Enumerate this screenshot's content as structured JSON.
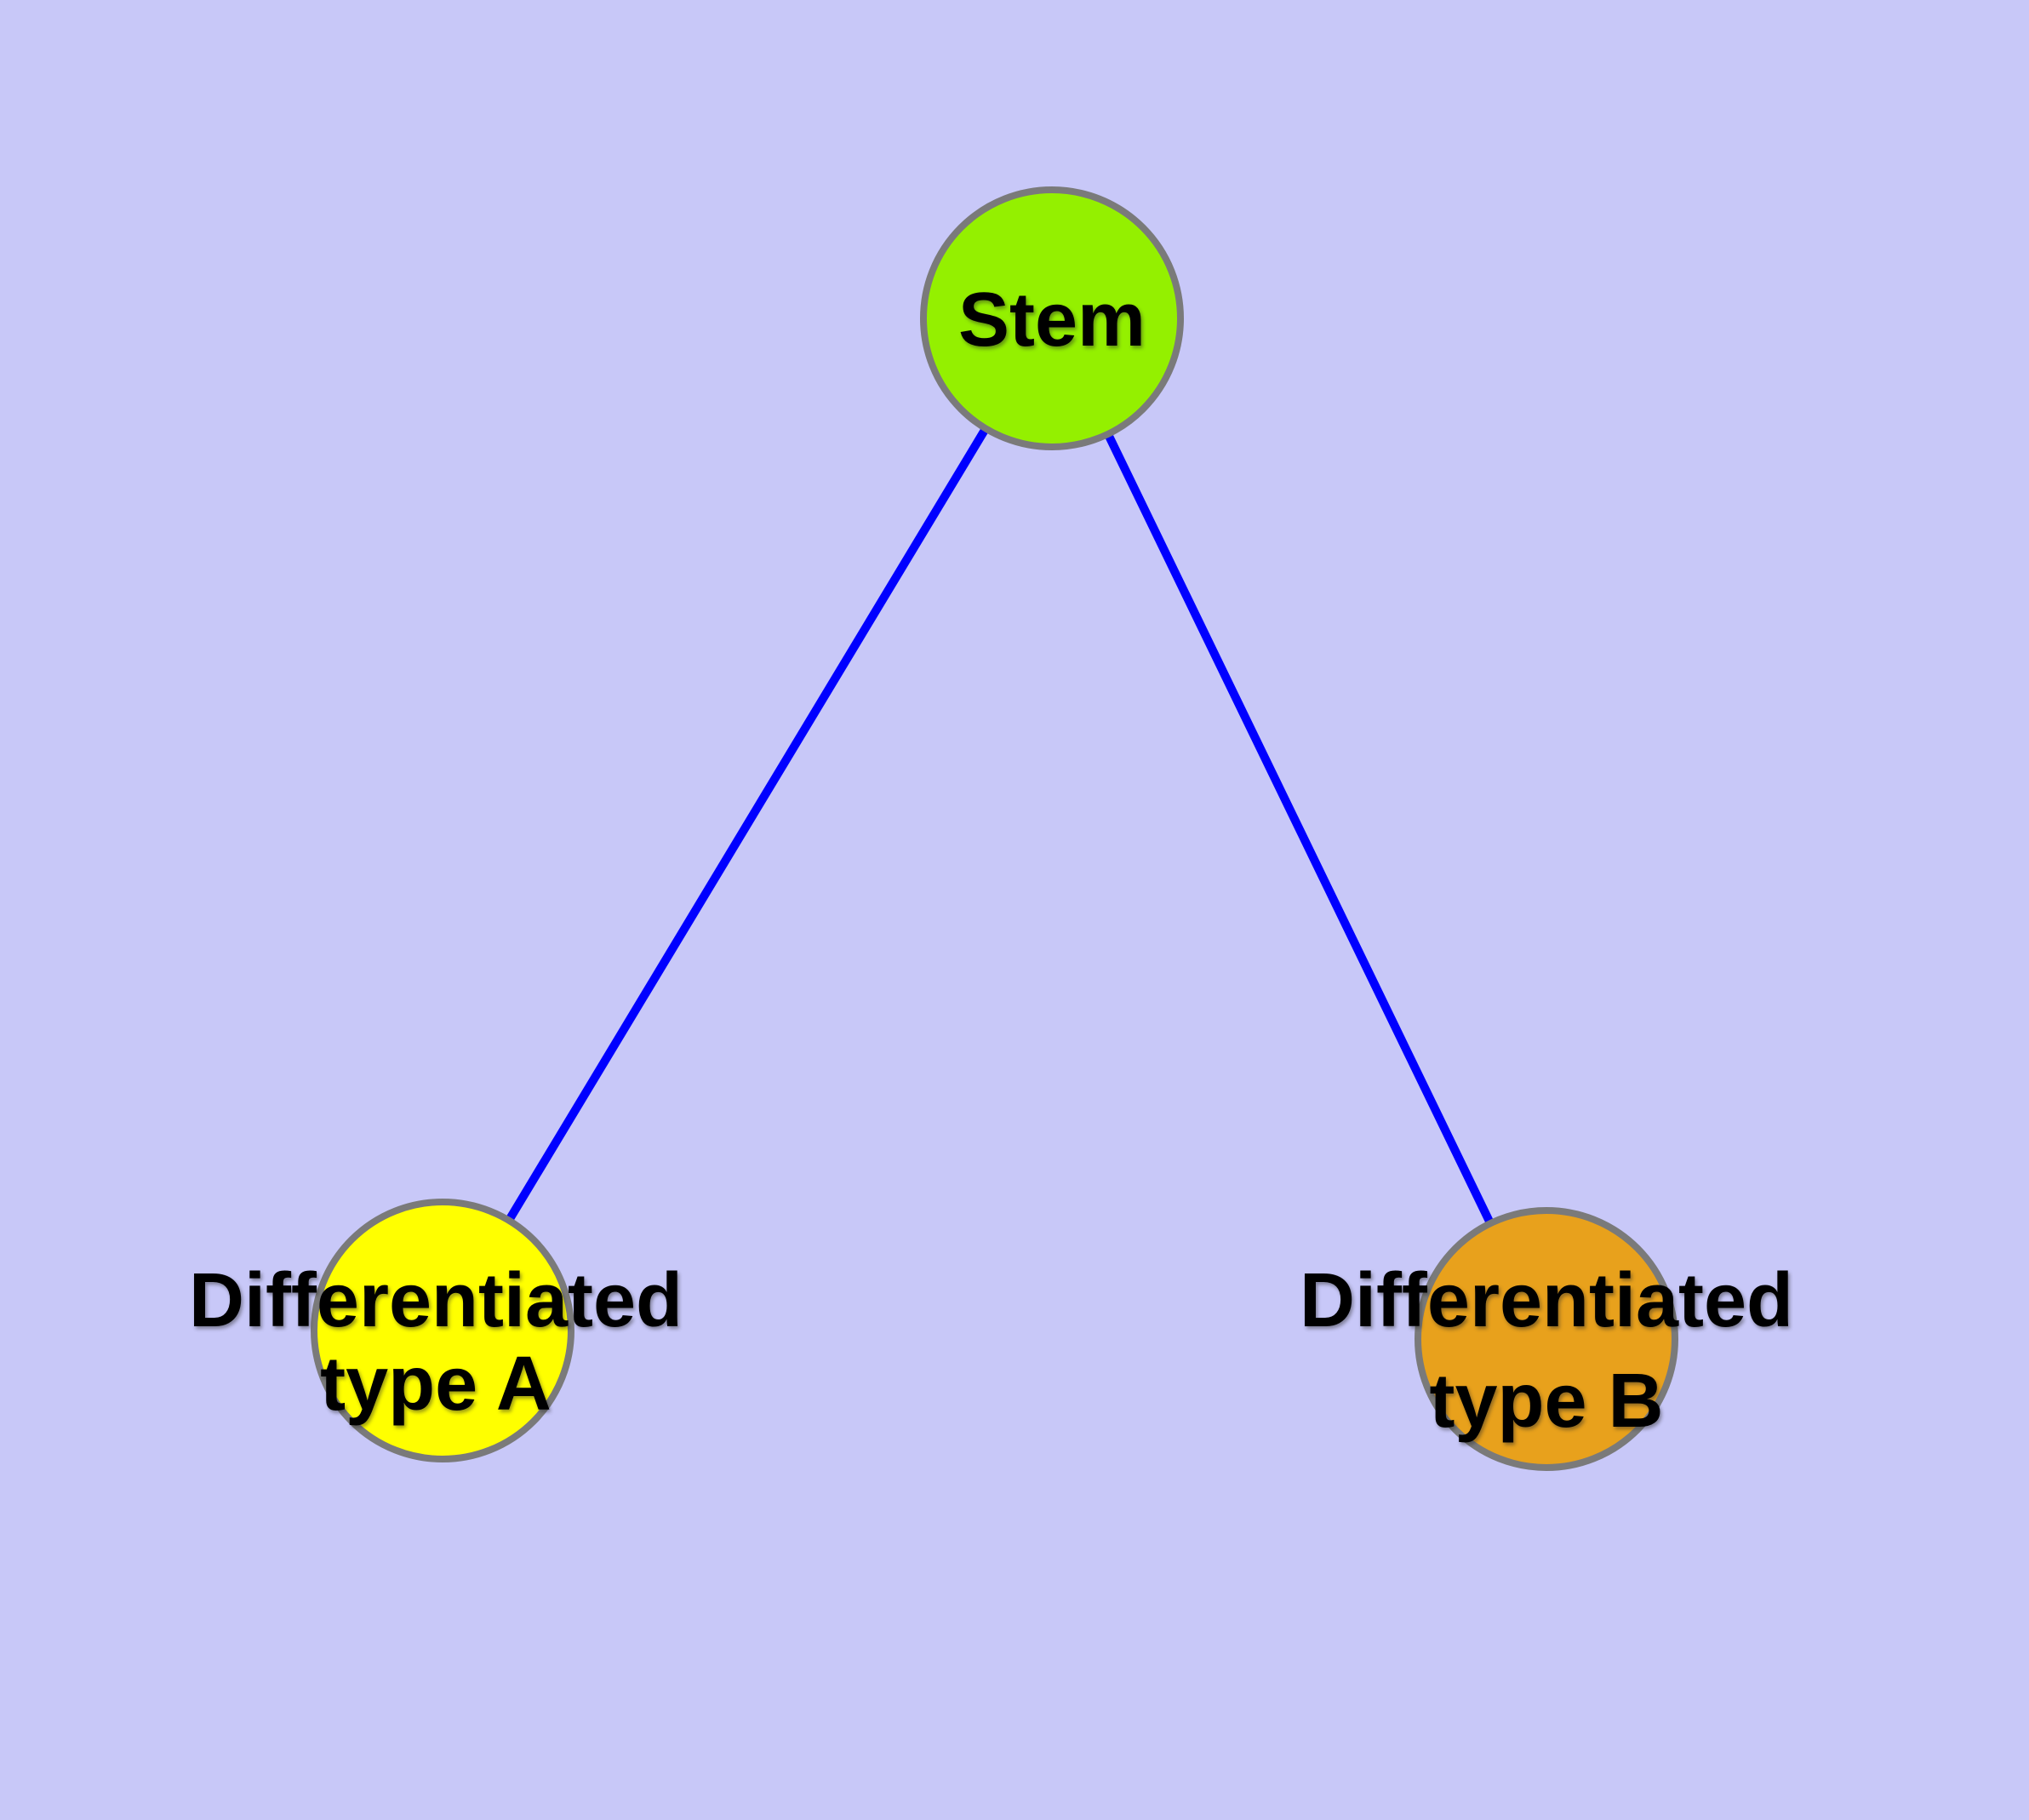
{
  "colors": {
    "background": "#C8C8F8",
    "edge": "#0000FF",
    "node_border": "#7A7A7A",
    "stem_fill": "#94F000",
    "type_a_fill": "#FFFF00",
    "type_b_fill": "#E8A11C",
    "label_color": "#000000"
  },
  "nodes": {
    "stem": {
      "label": "Stem"
    },
    "type_a": {
      "label_line1": "Differentiated",
      "label_line2": "type A"
    },
    "type_b": {
      "label_line1": "Differentiated",
      "label_line2": "type B"
    }
  },
  "edges": [
    {
      "from": "stem",
      "to": "type_a"
    },
    {
      "from": "stem",
      "to": "type_b"
    }
  ]
}
